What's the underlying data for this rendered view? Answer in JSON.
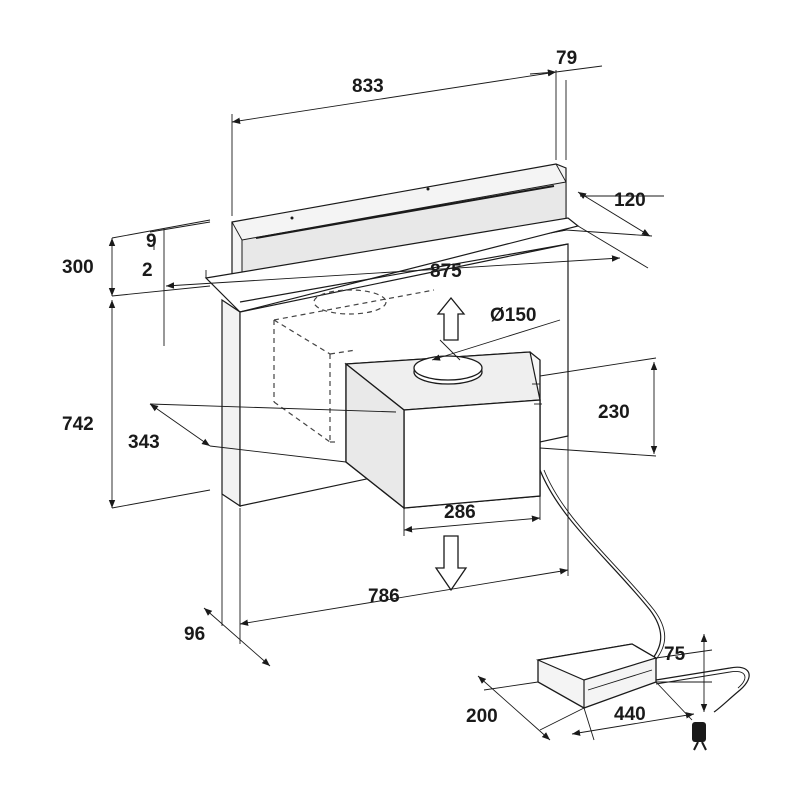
{
  "dimensions": {
    "d833": "833",
    "d79": "79",
    "d120": "120",
    "d9": "9",
    "d300": "300",
    "d2": "2",
    "d875": "875",
    "d150": "Ø150",
    "d742": "742",
    "d230": "230",
    "d343": "343",
    "d286": "286",
    "d786": "786",
    "d96": "96",
    "d75": "75",
    "d200": "200",
    "d440": "440"
  }
}
